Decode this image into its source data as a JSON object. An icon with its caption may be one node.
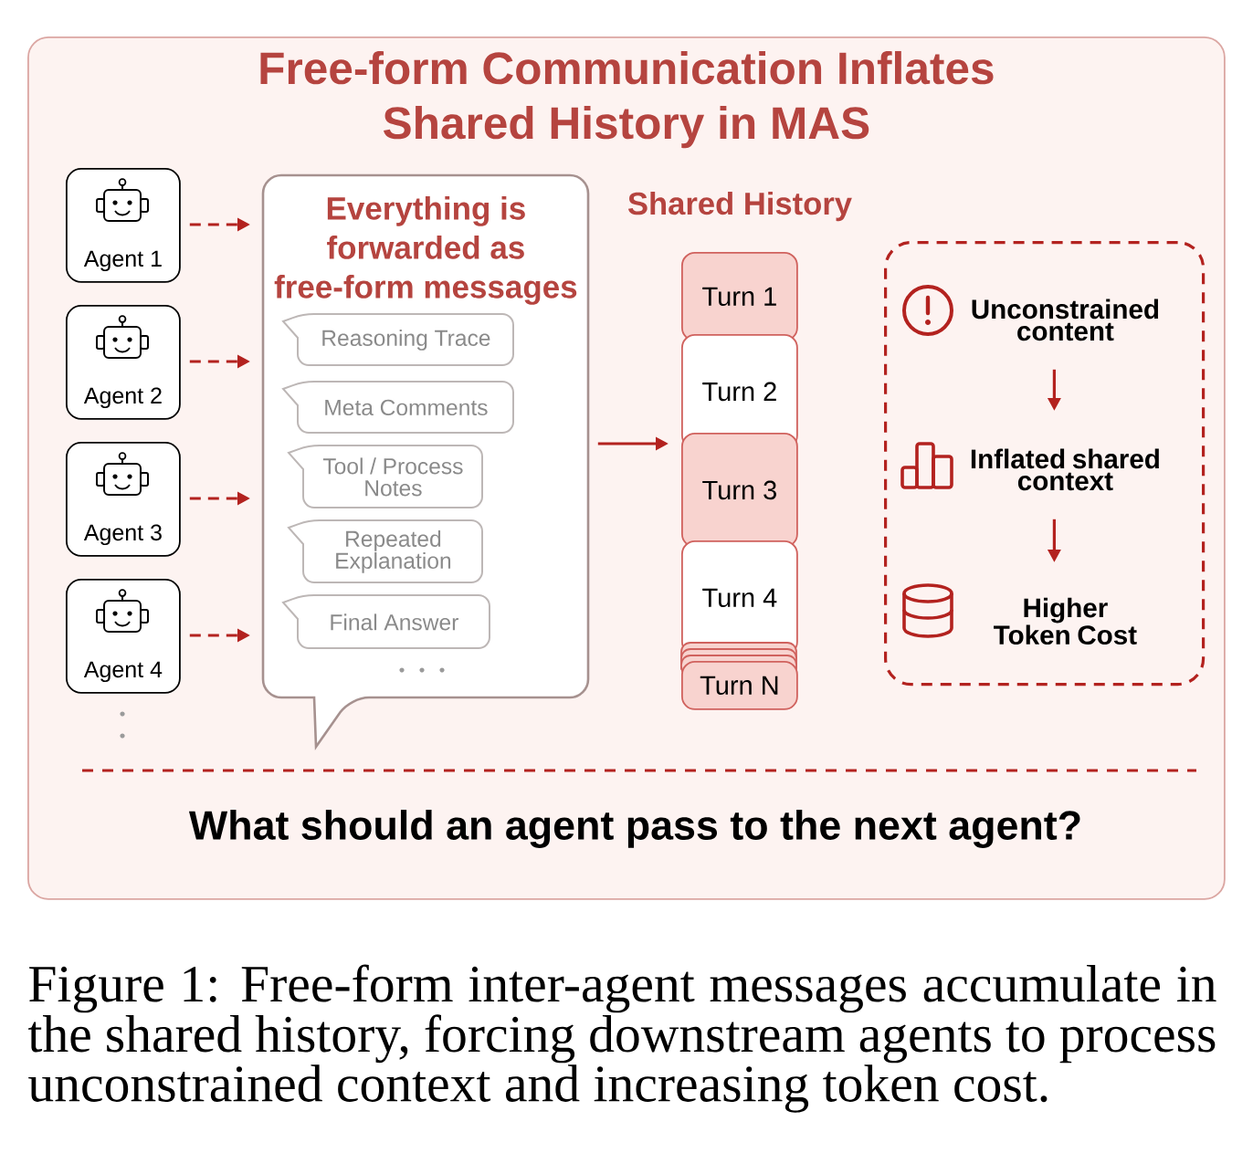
{
  "diagram": {
    "caption": "Figure 1: Free-form inter-agent messages accumulate in the shared history, forcing downstream agents to process unconstrained context and increasing token cost.",
    "nodes": [
      {
        "text": [
          "Free-form Communication Inflates Shared History in MAS"
        ]
      },
      {
        "text": [
          "Agent 1"
        ],
        "in": 0
      },
      {
        "text": [
          "Agent 2"
        ],
        "in": 0
      },
      {
        "text": [
          "Agent 3"
        ],
        "in": 0
      },
      {
        "text": [
          "Agent 4"
        ],
        "in": 0
      },
      {
        "text": [
          "Everything is forwarded as free-form messages"
        ],
        "in": 0
      },
      {
        "text": [
          "Reasoning Trace"
        ],
        "in": 5
      },
      {
        "text": [
          "Meta Comments"
        ],
        "in": 5
      },
      {
        "text": [
          "Tool / Process Notes"
        ],
        "in": 5
      },
      {
        "text": [
          "Repeated Explanation"
        ],
        "in": 5
      },
      {
        "text": [
          "Final Answer"
        ],
        "in": 5
      },
      {
        "text": [
          "Turn 1"
        ],
        "in": 0
      },
      {
        "text": [
          "Turn 2"
        ],
        "in": 0
      },
      {
        "text": [
          "Turn 3"
        ],
        "in": 0
      },
      {
        "text": [
          "Turn 4"
        ],
        "in": 0
      },
      {
        "text": [
          "Turn N"
        ],
        "in": 0
      },
      {
        "text": [],
        "shape": "box",
        "in": 0
      },
      {
        "text": [
          "Unconstrained content"
        ],
        "in": 16
      },
      {
        "text": [
          "Inflated shared context"
        ],
        "in": 16
      },
      {
        "text": [
          "Higher Token Cost"
        ],
        "in": 16
      }
    ],
    "edges": [
      {
        "from": 1,
        "to": 5,
        "arrow": "to",
        "style": "dashed"
      },
      {
        "from": 2,
        "to": 5,
        "arrow": "to",
        "style": "dashed"
      },
      {
        "from": 3,
        "to": 5,
        "arrow": "to",
        "style": "dashed"
      },
      {
        "from": 4,
        "to": 5,
        "arrow": "to",
        "style": "dashed"
      },
      {
        "from": 5,
        "to": 13,
        "arrow": "to"
      },
      {
        "from": 17,
        "to": 18,
        "arrow": "to"
      },
      {
        "from": 18,
        "to": 19,
        "arrow": "to"
      }
    ],
    "labels": [
      "Shared History",
      "What should an agent pass to the next agent?"
    ]
  }
}
